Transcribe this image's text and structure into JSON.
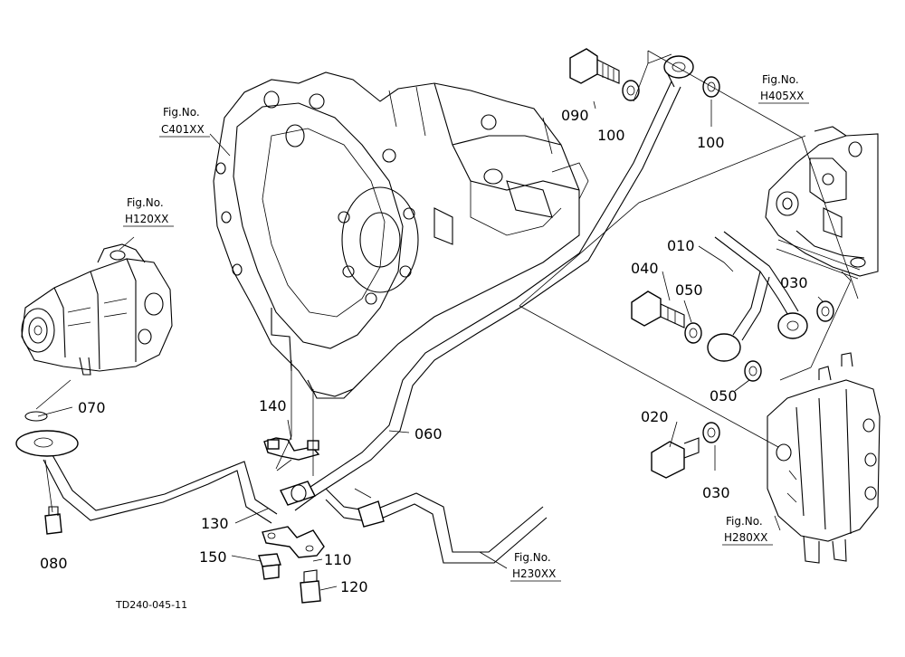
{
  "drawing_code": "TD240-045-11",
  "figure_refs": [
    {
      "id": "c401",
      "line1": "Fig.No.",
      "line2": "C401XX"
    },
    {
      "id": "h120",
      "line1": "Fig.No.",
      "line2": "H120XX"
    },
    {
      "id": "h405",
      "line1": "Fig.No.",
      "line2": "H405XX"
    },
    {
      "id": "h280",
      "line1": "Fig.No.",
      "line2": "H280XX"
    },
    {
      "id": "h230",
      "line1": "Fig.No.",
      "line2": "H230XX"
    }
  ],
  "part_labels": [
    "090",
    "100",
    "100",
    "010",
    "040",
    "050",
    "030",
    "050",
    "020",
    "030",
    "140",
    "060",
    "070",
    "130",
    "150",
    "110",
    "120",
    "080"
  ]
}
